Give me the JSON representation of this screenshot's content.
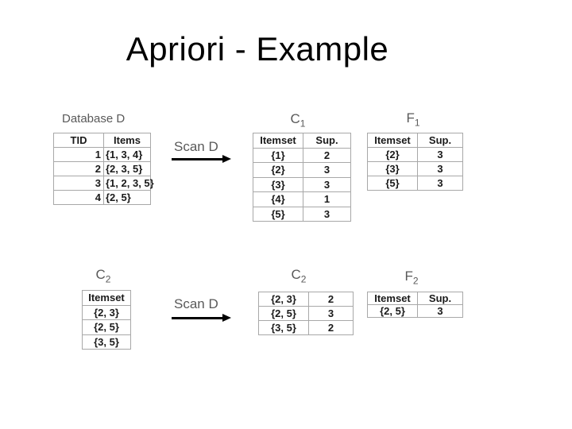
{
  "slide": {
    "title": "Apriori - Example",
    "colors": {
      "title": "#000000",
      "label": "#595959",
      "table_text": "#1a1a1a",
      "table_border": "#a8a8a8",
      "arrow": "#000000"
    }
  },
  "labels": {
    "database_d": "Database D",
    "scan_d": "Scan D",
    "c1": {
      "base": "C",
      "sub": "1"
    },
    "f1": {
      "base": "F",
      "sub": "1"
    },
    "c2_left": {
      "base": "C",
      "sub": "2"
    },
    "c2_mid": {
      "base": "C",
      "sub": "2"
    },
    "f2": {
      "base": "F",
      "sub": "2"
    }
  },
  "tables": {
    "database": {
      "headers": [
        "TID",
        "Items"
      ],
      "rows": [
        [
          "1",
          "{1, 3, 4}"
        ],
        [
          "2",
          "{2, 3, 5}"
        ],
        [
          "3",
          "{1, 2, 3, 5}"
        ],
        [
          "4",
          "{2, 5}"
        ]
      ]
    },
    "c1": {
      "headers": [
        "Itemset",
        "Sup."
      ],
      "rows": [
        [
          "{1}",
          "2"
        ],
        [
          "{2}",
          "3"
        ],
        [
          "{3}",
          "3"
        ],
        [
          "{4}",
          "1"
        ],
        [
          "{5}",
          "3"
        ]
      ]
    },
    "f1": {
      "headers": [
        "Itemset",
        "Sup."
      ],
      "rows": [
        [
          "{2}",
          "3"
        ],
        [
          "{3}",
          "3"
        ],
        [
          "{5}",
          "3"
        ]
      ]
    },
    "c2_candidates": {
      "headers": [
        "Itemset"
      ],
      "rows": [
        [
          "{2, 3}"
        ],
        [
          "{2, 5}"
        ],
        [
          "{3, 5}"
        ]
      ]
    },
    "c2_counts": {
      "headers": [],
      "rows": [
        [
          "{2, 3}",
          "2"
        ],
        [
          "{2, 5}",
          "3"
        ],
        [
          "{3, 5}",
          "2"
        ]
      ]
    },
    "f2": {
      "headers": [
        "Itemset",
        "Sup."
      ],
      "rows": [
        [
          "{2, 5}",
          "3"
        ]
      ]
    }
  }
}
